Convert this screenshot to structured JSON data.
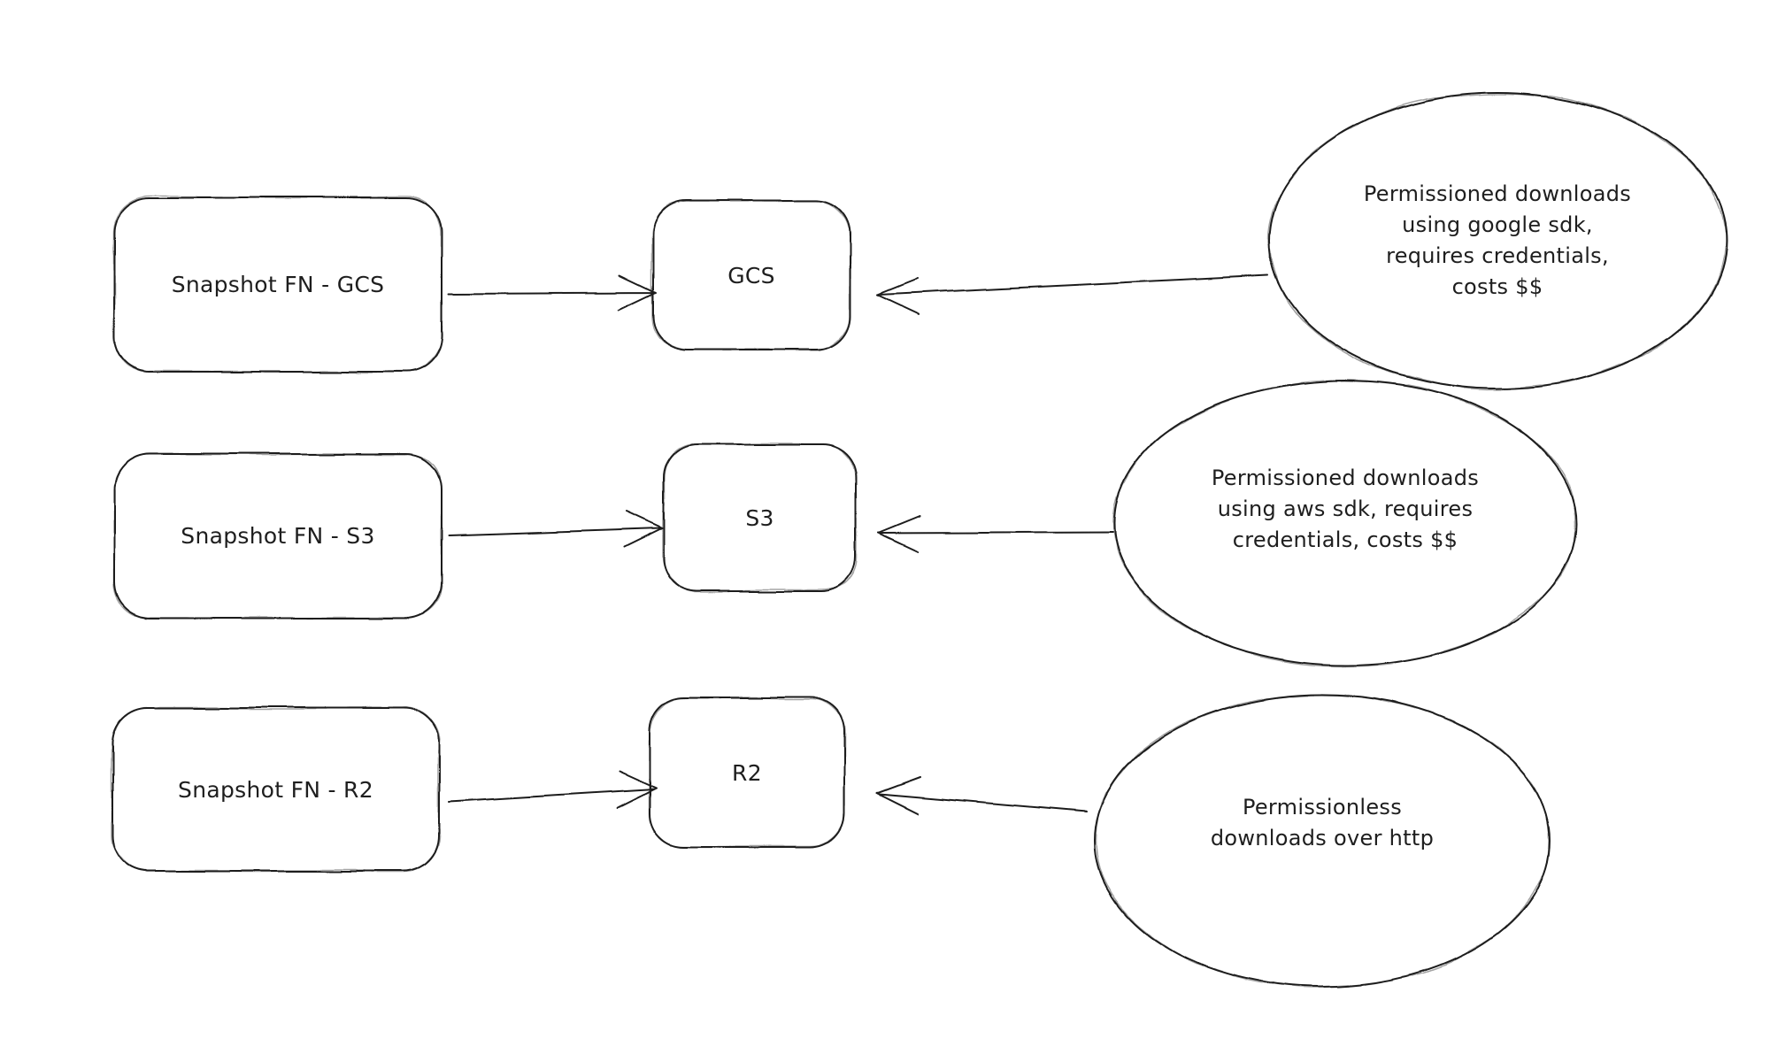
{
  "colors": {
    "stroke": "#1e1e1e",
    "canvas": "#ffffff"
  },
  "diagram": {
    "rows": [
      {
        "source_label": "Snapshot FN - GCS",
        "target_label": "GCS",
        "note_lines": [
          "Permissioned downloads",
          "using google sdk,",
          "requires credentials,",
          "costs $$"
        ]
      },
      {
        "source_label": "Snapshot FN - S3",
        "target_label": "S3",
        "note_lines": [
          "Permissioned downloads",
          "using aws sdk, requires",
          "credentials, costs $$"
        ]
      },
      {
        "source_label": "Snapshot FN - R2",
        "target_label": "R2",
        "note_lines": [
          "Permissionless",
          "downloads over http"
        ]
      }
    ]
  }
}
